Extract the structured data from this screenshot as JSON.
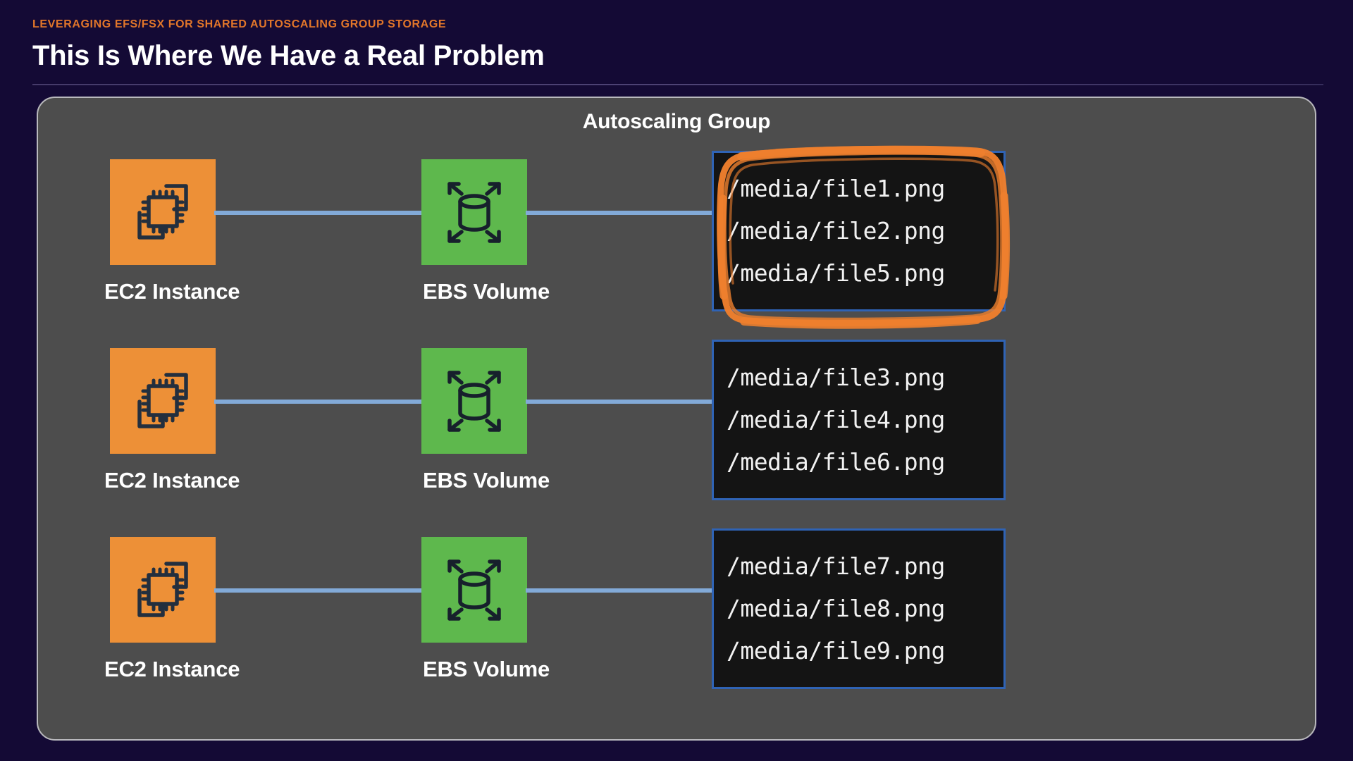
{
  "header": {
    "eyebrow": "LEVERAGING EFS/FSX FOR SHARED AUTOSCALING GROUP STORAGE",
    "title": "This Is Where We Have a Real Problem"
  },
  "colors": {
    "background": "#140a35",
    "panel": "#4d4d4d",
    "panel_border": "#b9b9bd",
    "accent_orange": "#e2762a",
    "ec2_orange": "#ed9037",
    "ebs_green": "#5eb84d",
    "connector_blue": "#82aad8",
    "terminal_bg": "#141414",
    "terminal_border": "#2f63b5",
    "highlight_orange": "#ee7f2d"
  },
  "panel": {
    "title": "Autoscaling Group",
    "rows": [
      {
        "ec2_label": "EC2 Instance",
        "ebs_label": "EBS Volume",
        "highlighted": true,
        "files": [
          "/media/file1.png",
          "/media/file2.png",
          "/media/file5.png"
        ]
      },
      {
        "ec2_label": "EC2 Instance",
        "ebs_label": "EBS Volume",
        "highlighted": false,
        "files": [
          "/media/file3.png",
          "/media/file4.png",
          "/media/file6.png"
        ]
      },
      {
        "ec2_label": "EC2 Instance",
        "ebs_label": "EBS Volume",
        "highlighted": false,
        "files": [
          "/media/file7.png",
          "/media/file8.png",
          "/media/file9.png"
        ]
      }
    ]
  },
  "icons": {
    "ec2": "ec2-instance-icon",
    "ebs": "ebs-volume-icon",
    "highlight": "hand-drawn-highlight-icon"
  }
}
